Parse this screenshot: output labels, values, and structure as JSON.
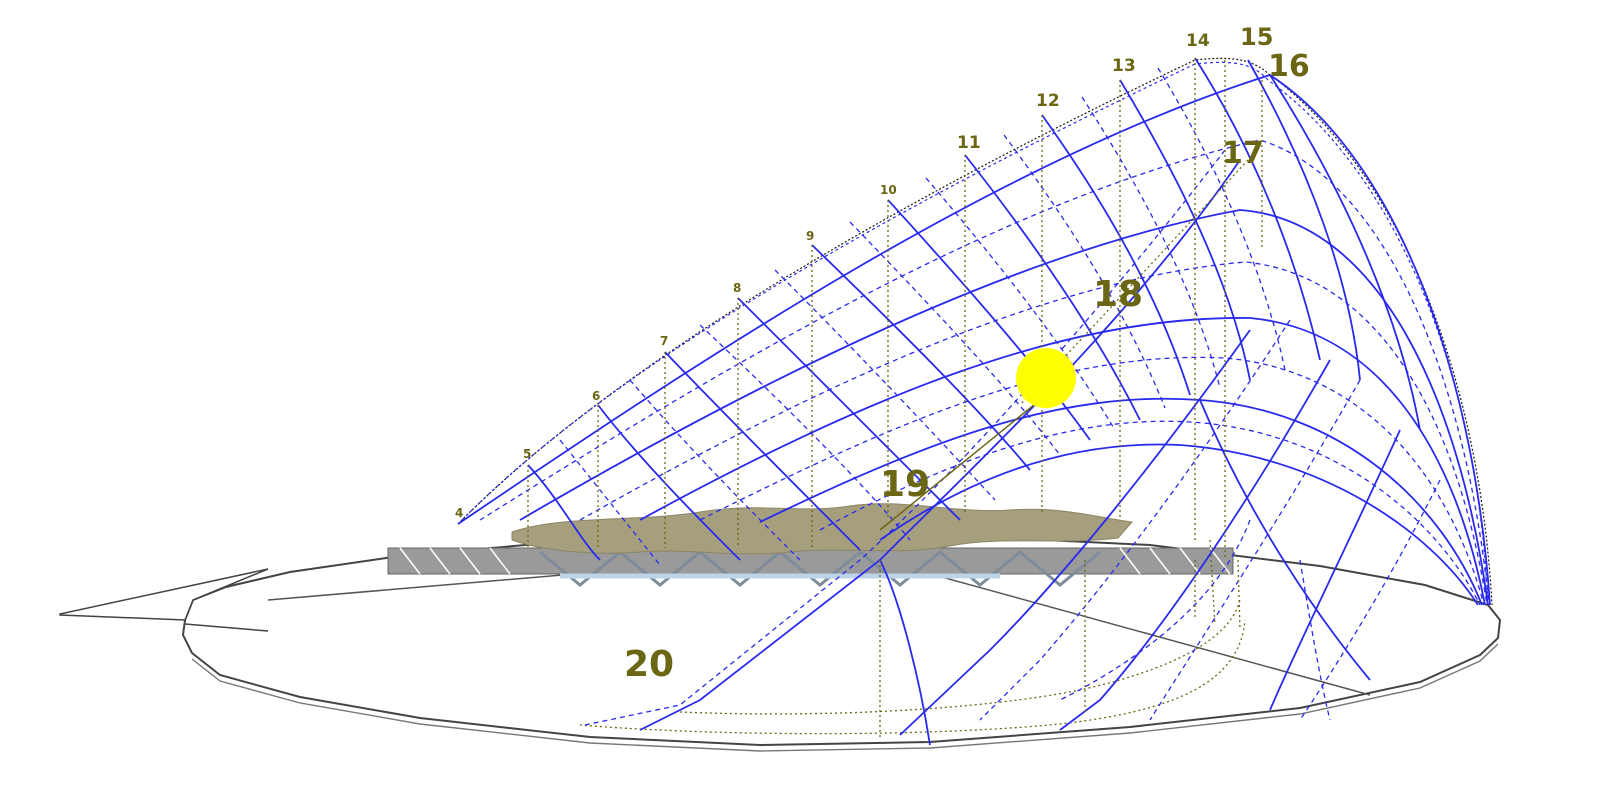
{
  "hour_labels": {
    "h4": "4",
    "h5": "5",
    "h6": "6",
    "h7": "7",
    "h8": "8",
    "h9": "9",
    "h10": "10",
    "h11": "11",
    "h12": "12",
    "h13": "13",
    "h14": "14",
    "h15": "15",
    "h16": "16",
    "h17": "17",
    "h18": "18",
    "h19": "19",
    "h20": "20"
  },
  "colors": {
    "grid": "#2a2aee",
    "sun": "#ffff00",
    "label": "#6b6614",
    "terrain": "#a59f7e",
    "structure": "#9a9a9a",
    "ground": "#333333"
  }
}
